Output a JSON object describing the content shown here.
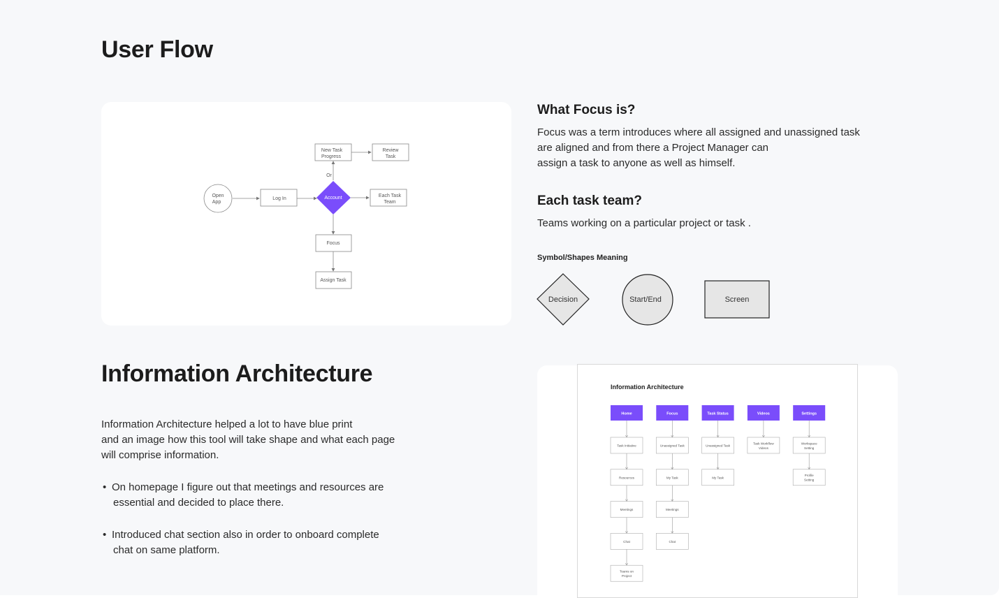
{
  "user_flow": {
    "title": "User Flow",
    "diagram": {
      "nodes": {
        "open_app": [
          "Open",
          "App"
        ],
        "log_in": "Log In",
        "account": "Account",
        "new_task_progress": [
          "New Task",
          "Progress"
        ],
        "review_task": [
          "Review",
          "Task"
        ],
        "or_label": "Or",
        "each_task_team": [
          "Each Task",
          "Team"
        ],
        "focus": "Focus",
        "assign_task": "Assign Task"
      }
    }
  },
  "focus_info": {
    "heading": "What Focus is?",
    "lines": [
      "Focus was a term introduces where all assigned and unassigned task",
      "are aligned and from there a  Project Manager can",
      "assign a task to anyone as well as himself."
    ]
  },
  "team_info": {
    "heading": "Each task team?",
    "text": "Teams working on a particular project  or task ."
  },
  "legend": {
    "title": "Symbol/Shapes Meaning",
    "decision": "Decision",
    "start_end": "Start/End",
    "screen": "Screen"
  },
  "ia": {
    "title": "Information Architecture",
    "intro_lines": [
      "Information Architecture helped a lot to have blue print",
      "and an image how this tool will take shape and what each page",
      "will comprise information."
    ],
    "bullets": [
      [
        "On homepage  I figure out that meetings and resources are",
        "essential and decided to place there."
      ],
      [
        "Introduced chat section also in order to onboard complete",
        "chat on same platform."
      ]
    ],
    "bullet_symbol": "•",
    "diagram": {
      "title": "Information Architecture",
      "columns": [
        {
          "header": "Home",
          "items": [
            [
              "Task Initiative"
            ],
            [
              "Resources"
            ],
            [
              "Meetings"
            ],
            [
              "Chat"
            ],
            [
              "Teams on",
              "Project"
            ]
          ]
        },
        {
          "header": "Focus",
          "items": [
            [
              "Unassigned Task"
            ],
            [
              "My Task"
            ],
            [
              "Meetings"
            ],
            [
              "Chat"
            ]
          ]
        },
        {
          "header": "Task Status",
          "items": [
            [
              "Unassigned Task"
            ],
            [
              "My Task"
            ]
          ]
        },
        {
          "header": "Videos",
          "items": [
            [
              "Task Workflow",
              "Videos"
            ]
          ]
        },
        {
          "header": "Settings",
          "items": [
            [
              "Workspace",
              "Setting"
            ],
            [
              "Profile",
              "Setting"
            ]
          ]
        }
      ]
    }
  },
  "colors": {
    "accent": "#7a4dfb",
    "background": "#f7f8fa",
    "card": "#ffffff",
    "legend_fill": "#e6e6e6"
  }
}
